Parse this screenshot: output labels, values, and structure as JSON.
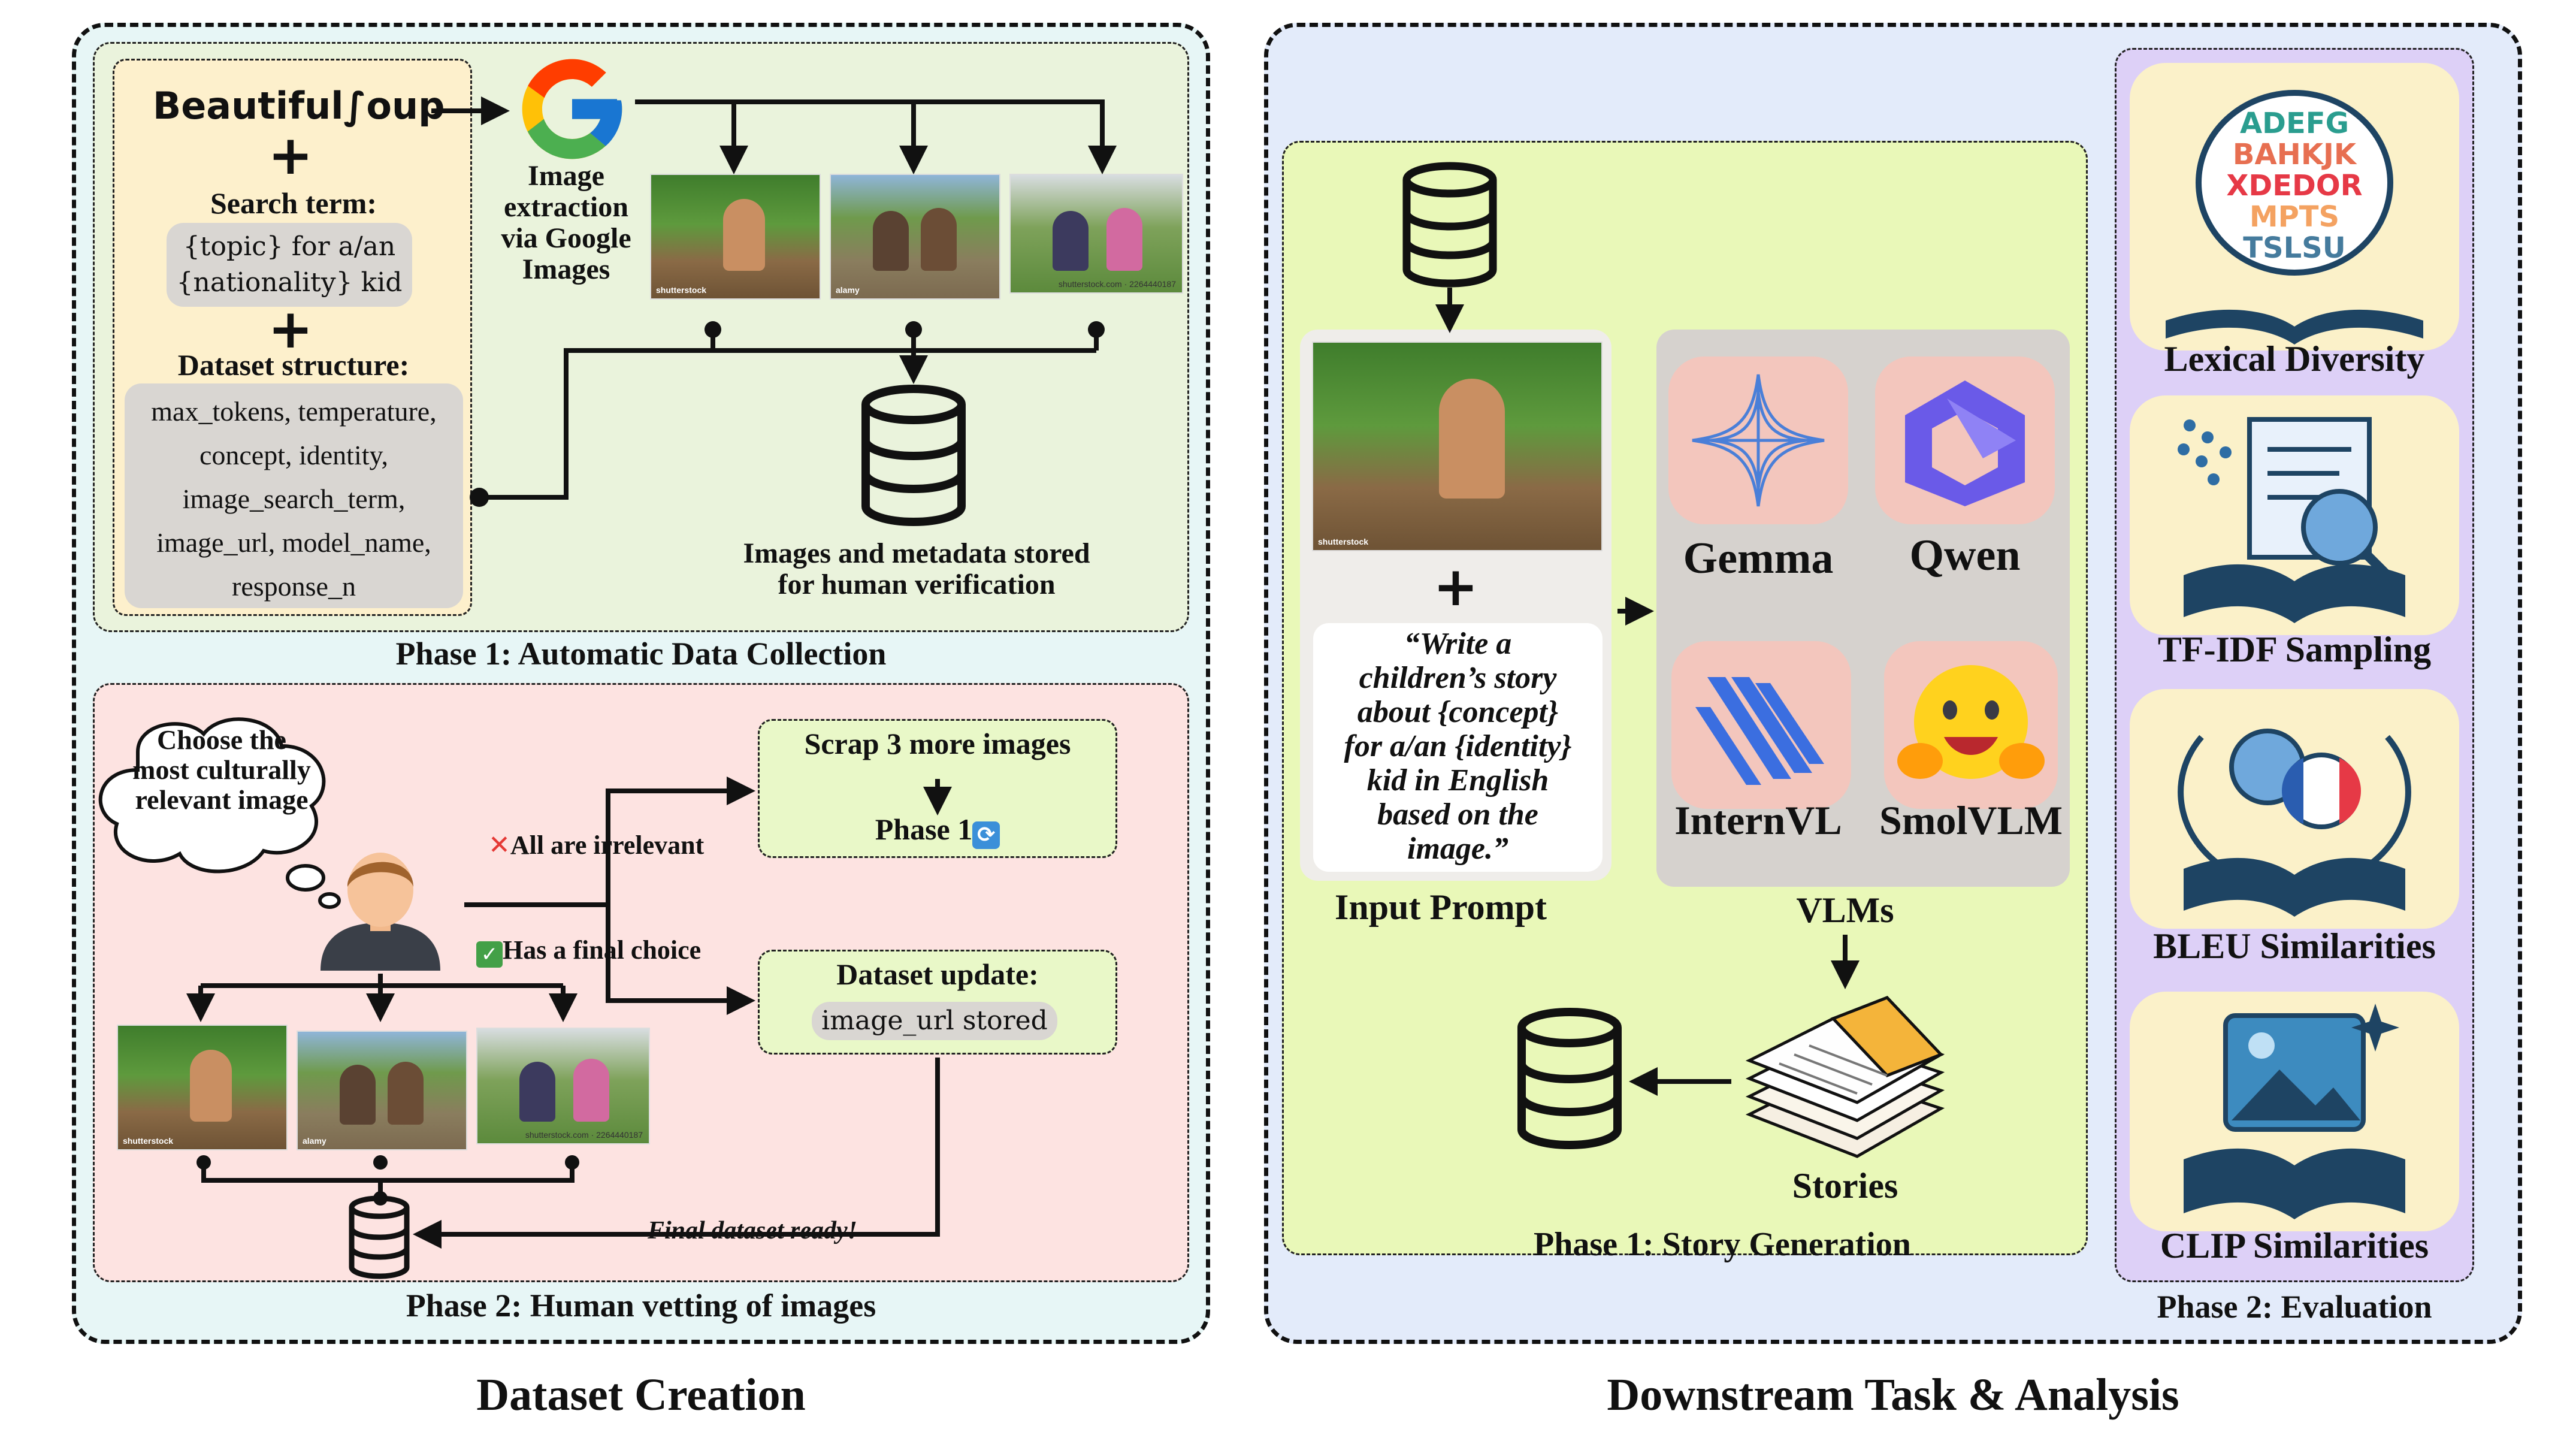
{
  "left": {
    "caption": "Dataset Creation",
    "phase1": {
      "title": "Phase 1: Automatic Data Collection",
      "bs_logo": "Beautiful∫oup",
      "search_term_title": "Search term:",
      "search_term_value_line1": "{topic} for a/an",
      "search_term_value_line2": "{nationality} kid",
      "dataset_structure_title": "Dataset structure:",
      "dataset_structure_lines": [
        "max_tokens, temperature,",
        "concept, identity,",
        "image_search_term,",
        "image_url, model_name,",
        "response_n"
      ],
      "google_caption_lines": [
        "Image",
        "extraction",
        "via Google",
        "Images"
      ],
      "storage_caption_line1": "Images and metadata stored",
      "storage_caption_line2": "for human verification",
      "watermarks": [
        "shutterstock",
        "alamy",
        "shutterstock.com · 2264440187"
      ]
    },
    "phase2": {
      "title": "Phase 2: Human vetting of images",
      "thought_lines": [
        "Choose the",
        "most culturally",
        "relevant image"
      ],
      "irrelevant_label": "All are irrelevant",
      "final_choice_label": "Has a final choice",
      "scrap_title": "Scrap 3 more images",
      "scrap_phase": "Phase 1",
      "update_title": "Dataset update:",
      "update_value": "image_url stored",
      "final_ready": "Final dataset ready!",
      "watermarks": [
        "shutterstock",
        "alamy",
        "shutterstock.com · 2264440187"
      ]
    }
  },
  "right": {
    "caption": "Downstream Task & Analysis",
    "phase1": {
      "title": "Phase 1: Story Generation",
      "input_prompt_label": "Input Prompt",
      "prompt_lines": [
        "“Write a",
        "children’s story",
        "about {concept}",
        "for a/an {identity}",
        "kid in English",
        "based on the",
        "image.”"
      ],
      "vlms_label": "VLMs",
      "models": [
        "Gemma",
        "Qwen",
        "InternVL",
        "SmolVLM"
      ],
      "stories_label": "Stories",
      "watermark": "shutterstock"
    },
    "phase2": {
      "title": "Phase 2: Evaluation",
      "metrics": [
        "Lexical Diversity",
        "TF-IDF Sampling",
        "BLEU Similarities",
        "CLIP Similarities"
      ],
      "letters_art": [
        "ADEFG",
        "BAHKJK",
        "XDEDOR",
        "MPTS",
        "TSLSU"
      ]
    }
  },
  "colors": {
    "phase1_left_bg": "#eaf3dc",
    "phase2_left_bg": "#fde3e1",
    "left_outer_bg": "#e7f6f6",
    "right_outer_bg": "#e3ebfa",
    "story_bg": "#e9f8b8",
    "eval_bg": "#ddd0f7",
    "input_panel": "#efedea",
    "source_panel": "#fdf0cc"
  }
}
